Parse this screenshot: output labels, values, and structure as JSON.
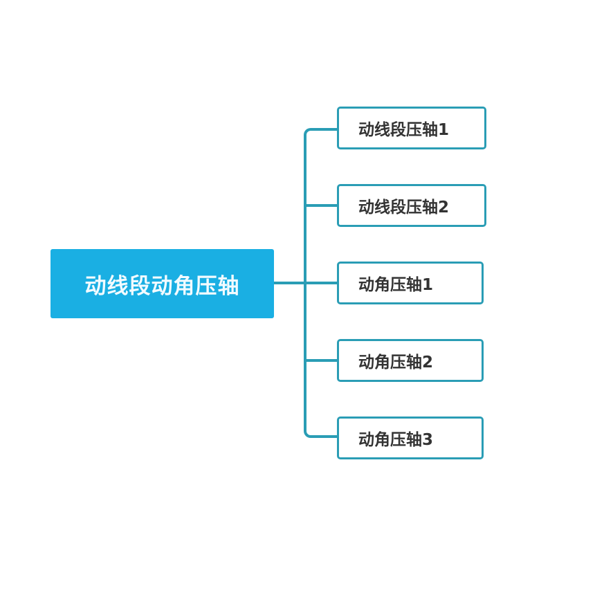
{
  "diagram": {
    "type": "mind-map",
    "colors": {
      "root_fill": "#1aafe3",
      "root_text": "#f2fbff",
      "connector": "#2a9db5",
      "child_border": "#2a9db5",
      "child_fill": "#ffffff",
      "child_text": "#333333"
    },
    "root": {
      "label": "动线段动角压轴"
    },
    "children": [
      {
        "label": "动线段压轴1"
      },
      {
        "label": "动线段压轴2"
      },
      {
        "label": "动角压轴1"
      },
      {
        "label": "动角压轴2"
      },
      {
        "label": "动角压轴3"
      }
    ]
  }
}
